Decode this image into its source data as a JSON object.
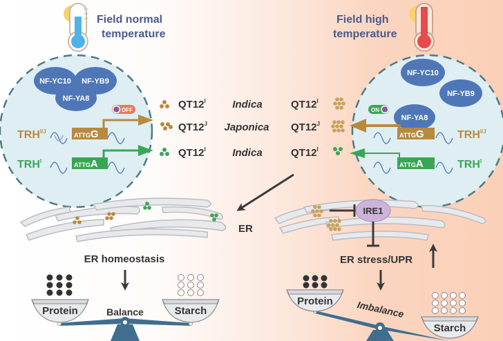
{
  "left_panel": {
    "title_line1": "Field normal",
    "title_line2": "temperature",
    "nf": [
      "NF-YC10",
      "NF-YB9",
      "NF-YA8"
    ],
    "switch_label": "OFF",
    "gene1_name": "TRH",
    "gene1_sup": "I/J",
    "gene1_motif_small": "ATTG",
    "gene1_motif_big": "G",
    "gene2_name": "TRH",
    "gene2_sup": "I",
    "gene2_motif_small": "ATTG",
    "gene2_motif_big": "A",
    "er_label": "ER",
    "state_label": "ER homeostasis",
    "scale_left": "Protein",
    "scale_right": "Starch",
    "scale_center": "Balance"
  },
  "right_panel": {
    "title_line1": "Field high",
    "title_line2": "temperature",
    "nf": [
      "NF-YC10",
      "NF-YB9",
      "NF-YA8"
    ],
    "switch_label": "ON",
    "gene1_name": "TRH",
    "gene1_sup": "I/J",
    "gene1_motif_small": "ATTG",
    "gene1_motif_big": "G",
    "gene2_name": "TRH",
    "gene2_sup": "I",
    "gene2_motif_small": "ATTG",
    "gene2_motif_big": "A",
    "ire1_label": "IRE1",
    "state_label": "ER stress/UPR",
    "scale_left": "Protein",
    "scale_right": "Starch",
    "scale_center": "Imbalance"
  },
  "middle_rows": [
    {
      "left_allele": "QT12",
      "left_sup": "I",
      "variety": "Indica",
      "right_allele": "QT12",
      "right_sup": "I",
      "color": "#b8893f"
    },
    {
      "left_allele": "QT12",
      "left_sup": "J",
      "variety": "Japonica",
      "right_allele": "QT12",
      "right_sup": "J",
      "color": "#b8893f"
    },
    {
      "left_allele": "QT12",
      "left_sup": "I",
      "variety": "Indica",
      "right_allele": "QT12",
      "right_sup": "I",
      "color": "#3aa655"
    }
  ],
  "colors": {
    "title": "#4a5a8c",
    "nf_fill": "#4f77b8",
    "tan": "#b8893f",
    "green": "#3aa655",
    "nucleus_fill": "#deeef3",
    "nucleus_border": "#4e7a80",
    "beam": "#3f6e8f",
    "ire1_fill": "#cdb3da",
    "dark": "#3a3a3a"
  }
}
